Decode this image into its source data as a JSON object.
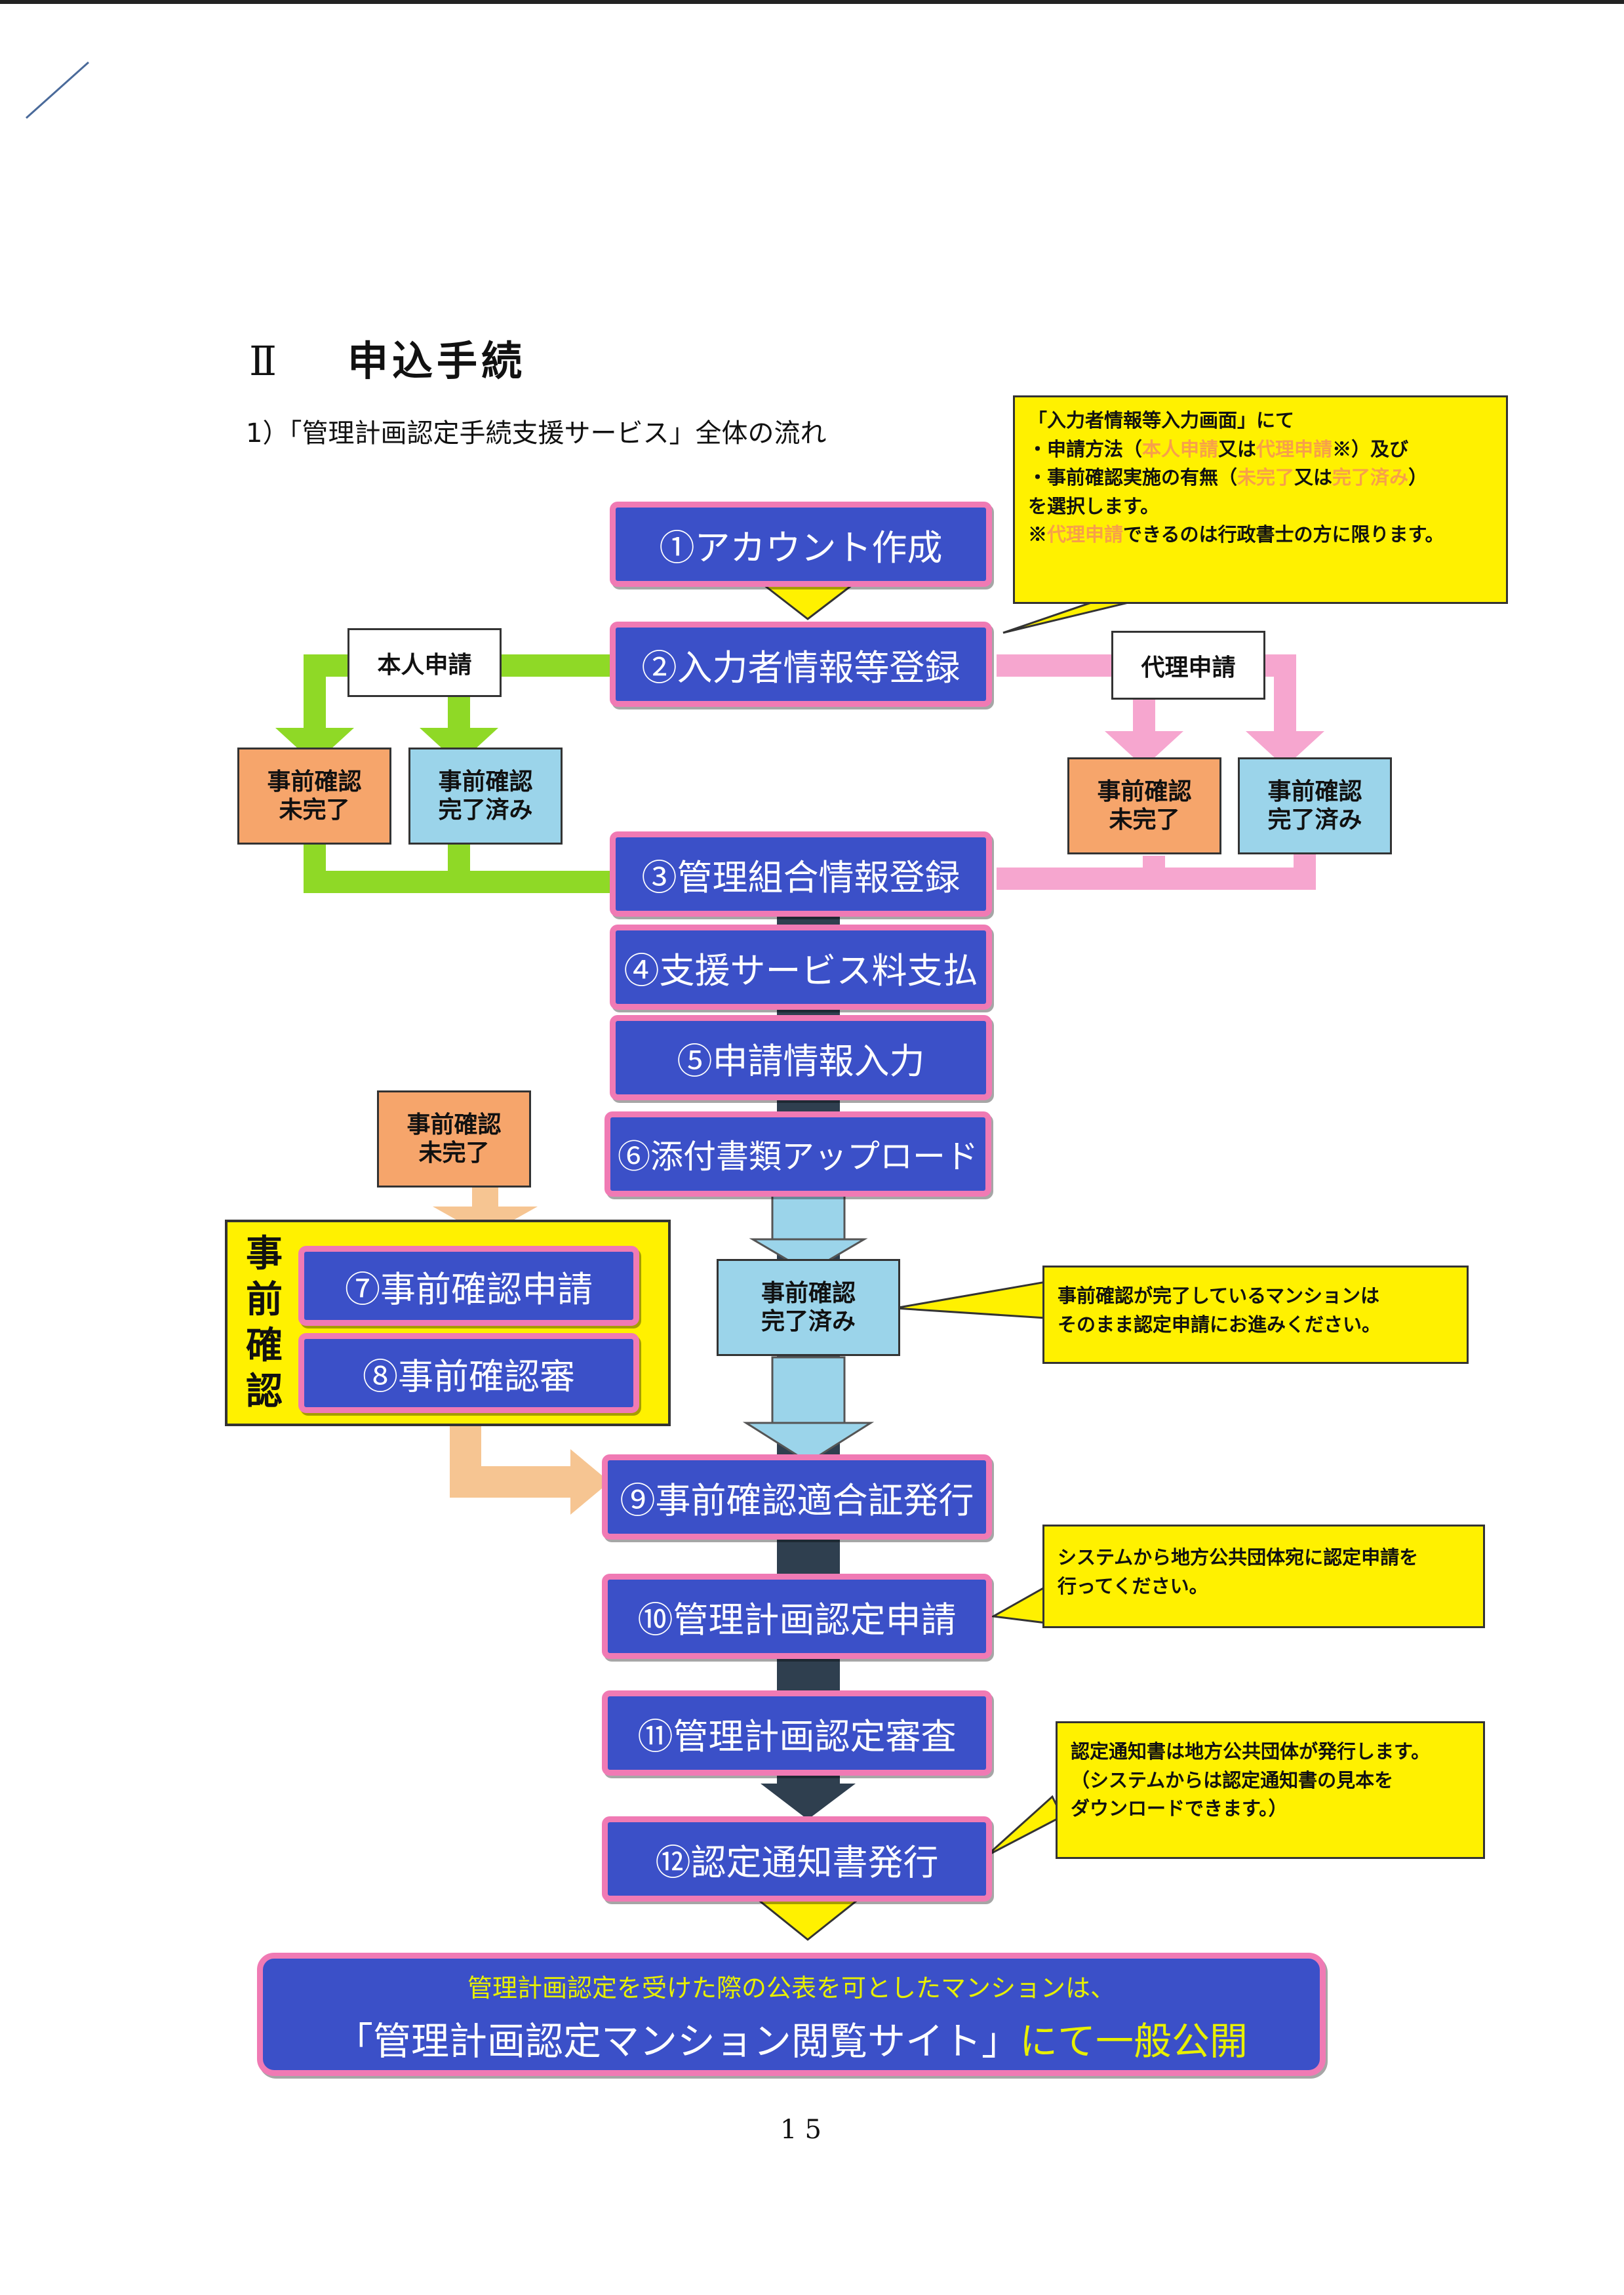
{
  "section": {
    "number": "Ⅱ",
    "title": "申込手続"
  },
  "subtitle": "1）「管理計画認定手続支援サービス」全体の流れ",
  "steps": [
    "①アカウント作成",
    "②入力者情報等登録",
    "③管理組合情報登録",
    "④支援サービス料支払",
    "⑤申請情報入力",
    "⑥添付書類アップロード",
    "⑦事前確認申請",
    "⑧事前確認審",
    "⑨事前確認適合証発行",
    "⑩管理計画認定申請",
    "⑪管理計画認定審査",
    "⑫認定通知書発行"
  ],
  "branches": {
    "self": "本人申請",
    "proxy": "代理申請"
  },
  "status": {
    "pre": "事前確認",
    "incomplete": "未完了",
    "complete": "完了済み"
  },
  "side_label": [
    "事",
    "前",
    "確",
    "認"
  ],
  "callouts": {
    "top": {
      "line1": "「入力者情報等入力画面」にて",
      "line2_a": "・申請方法（",
      "line2_b": "本人申請",
      "line2_c": "又は",
      "line2_d": "代理申請",
      "line2_e": "※）及び",
      "line3_a": "・事前確認実施の有無（",
      "line3_b": "未完了",
      "line3_c": "又は",
      "line3_d": "完了済み",
      "line3_e": "）",
      "line4": "を選択します。",
      "line5_a": "※",
      "line5_b": "代理申請",
      "line5_c": "できるのは行政書士の方に限ります。"
    },
    "complete_note": {
      "line1": "事前確認が完了しているマンションは",
      "line2": "そのまま認定申請にお進みください。"
    },
    "system_note": {
      "line1": "システムから地方公共団体宛に認定申請を",
      "line2": "行ってください。"
    },
    "notice_note": {
      "line1": "認定通知書は地方公共団体が発行します。",
      "line2": "（システムからは認定通知書の見本を",
      "line3": "ダウンロードできます。）"
    }
  },
  "final": {
    "line1": "管理計画認定を受けた際の公表を可としたマンションは、",
    "line2_a": "「管理計画認定マンション閲覧サイト」",
    "line2_b": "にて一般公開"
  },
  "page_number": "15",
  "colors": {
    "step_fill": "#3b50c8",
    "step_border": "#f07ab4",
    "callout": "#fff100",
    "green": "#8fd926",
    "pink": "#f6a6cf",
    "orange": "#f6a56b",
    "light_blue": "#9bd4ea",
    "dark_connector": "#2f3f4f"
  }
}
